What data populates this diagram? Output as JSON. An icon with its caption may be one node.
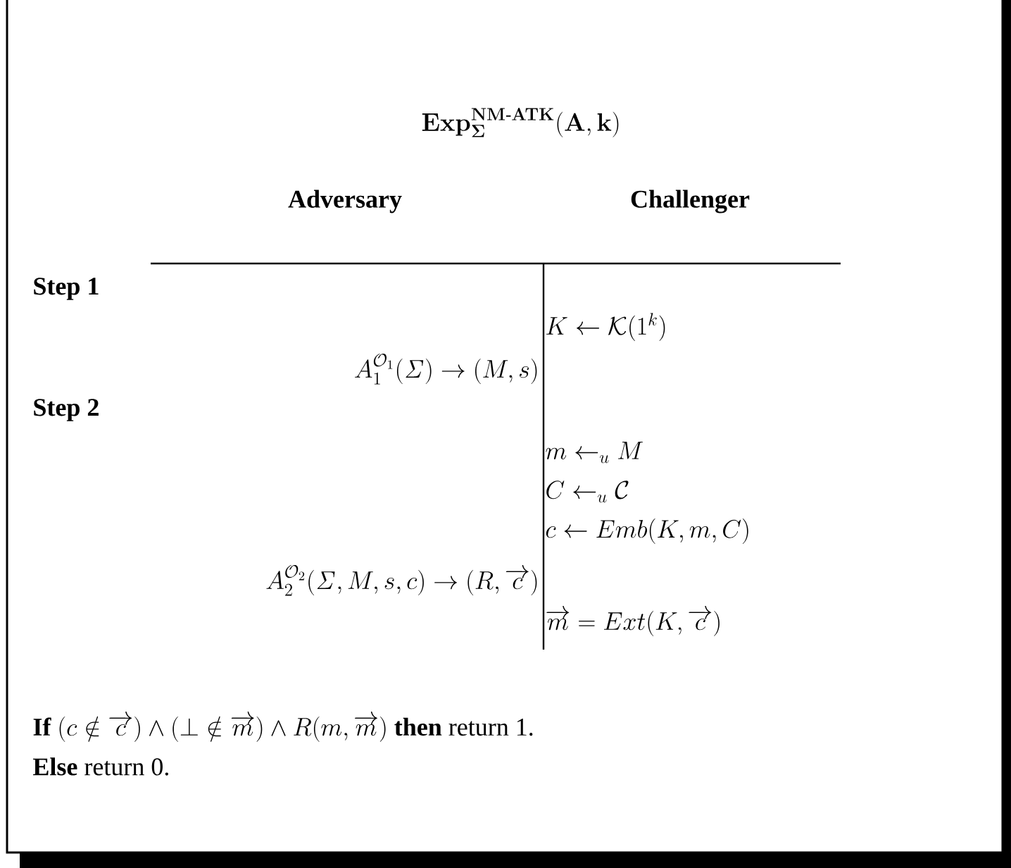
{
  "diagram": {
    "title": "\\mathbf{Exp}_{\\mathbf{\\Sigma}}^{\\mathbf{NM\\text{-}ATK}}(\\mathbf{A},\\mathbf{k})",
    "labels": [
      "Adversary",
      "Challenger",
      "Step 1",
      "K \\leftarrow \\mathcal{K}(1^k)",
      "A_1^{\\mathcal{O}_1}(\\mathit{\\Sigma}) \\rightarrow (M,s)",
      "Step 2",
      "m \\leftarrow_u M",
      "C \\leftarrow_u \\mathcal{C}",
      "c \\leftarrow Emb(K,m,C)",
      "A_2^{\\mathcal{O}_2}(\\mathit{\\Sigma},M,s,c) \\rightarrow (R,\\overrightarrow{c})",
      "\\overrightarrow{m} = Ext(K,\\overrightarrow{c})",
      "\\textbf{If}\\ (c \\notin \\overrightarrow{c}) \\wedge (\\bot \\notin \\overrightarrow{m}) \\wedge R(m,\\overrightarrow{m})\\ \\textbf{then}\\ \\text{return 1.}",
      "**Else** return 0."
    ]
  }
}
